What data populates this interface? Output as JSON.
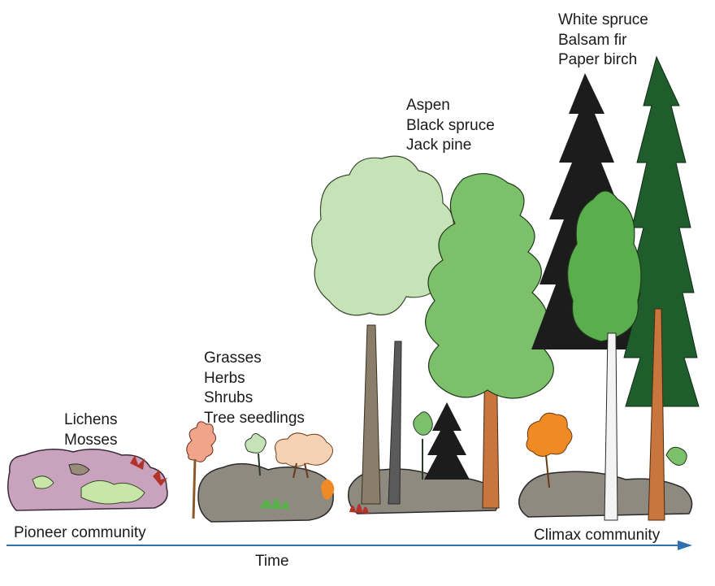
{
  "stages": [
    {
      "id": "pioneer",
      "species": [
        "Lichens",
        "Mosses"
      ]
    },
    {
      "id": "early",
      "species": [
        "Grasses",
        "Herbs",
        "Shrubs",
        "Tree seedlings"
      ]
    },
    {
      "id": "intermediate",
      "species": [
        "Aspen",
        "Black spruce",
        "Jack pine"
      ]
    },
    {
      "id": "climax",
      "species": [
        "White spruce",
        "Balsam fir",
        "Paper birch"
      ]
    }
  ],
  "axis": {
    "start_label": "Pioneer community",
    "end_label": "Climax community",
    "time_label": "Time",
    "arrow_color": "#2f6fb0"
  },
  "colors": {
    "rock_pink": "#c9a3bd",
    "lichen_green": "#c7e6a8",
    "rock_gray": "#8e8a80",
    "aspen_leaf": "#c6e3b8",
    "pine_leaf": "#7cc06b",
    "black_spruce": "#1c1c1c",
    "birch_leaf": "#5aae4e",
    "spruce_dark": "#1f5e2c",
    "shrub_orange": "#f08a24",
    "trunk_brown": "#c9763e"
  }
}
